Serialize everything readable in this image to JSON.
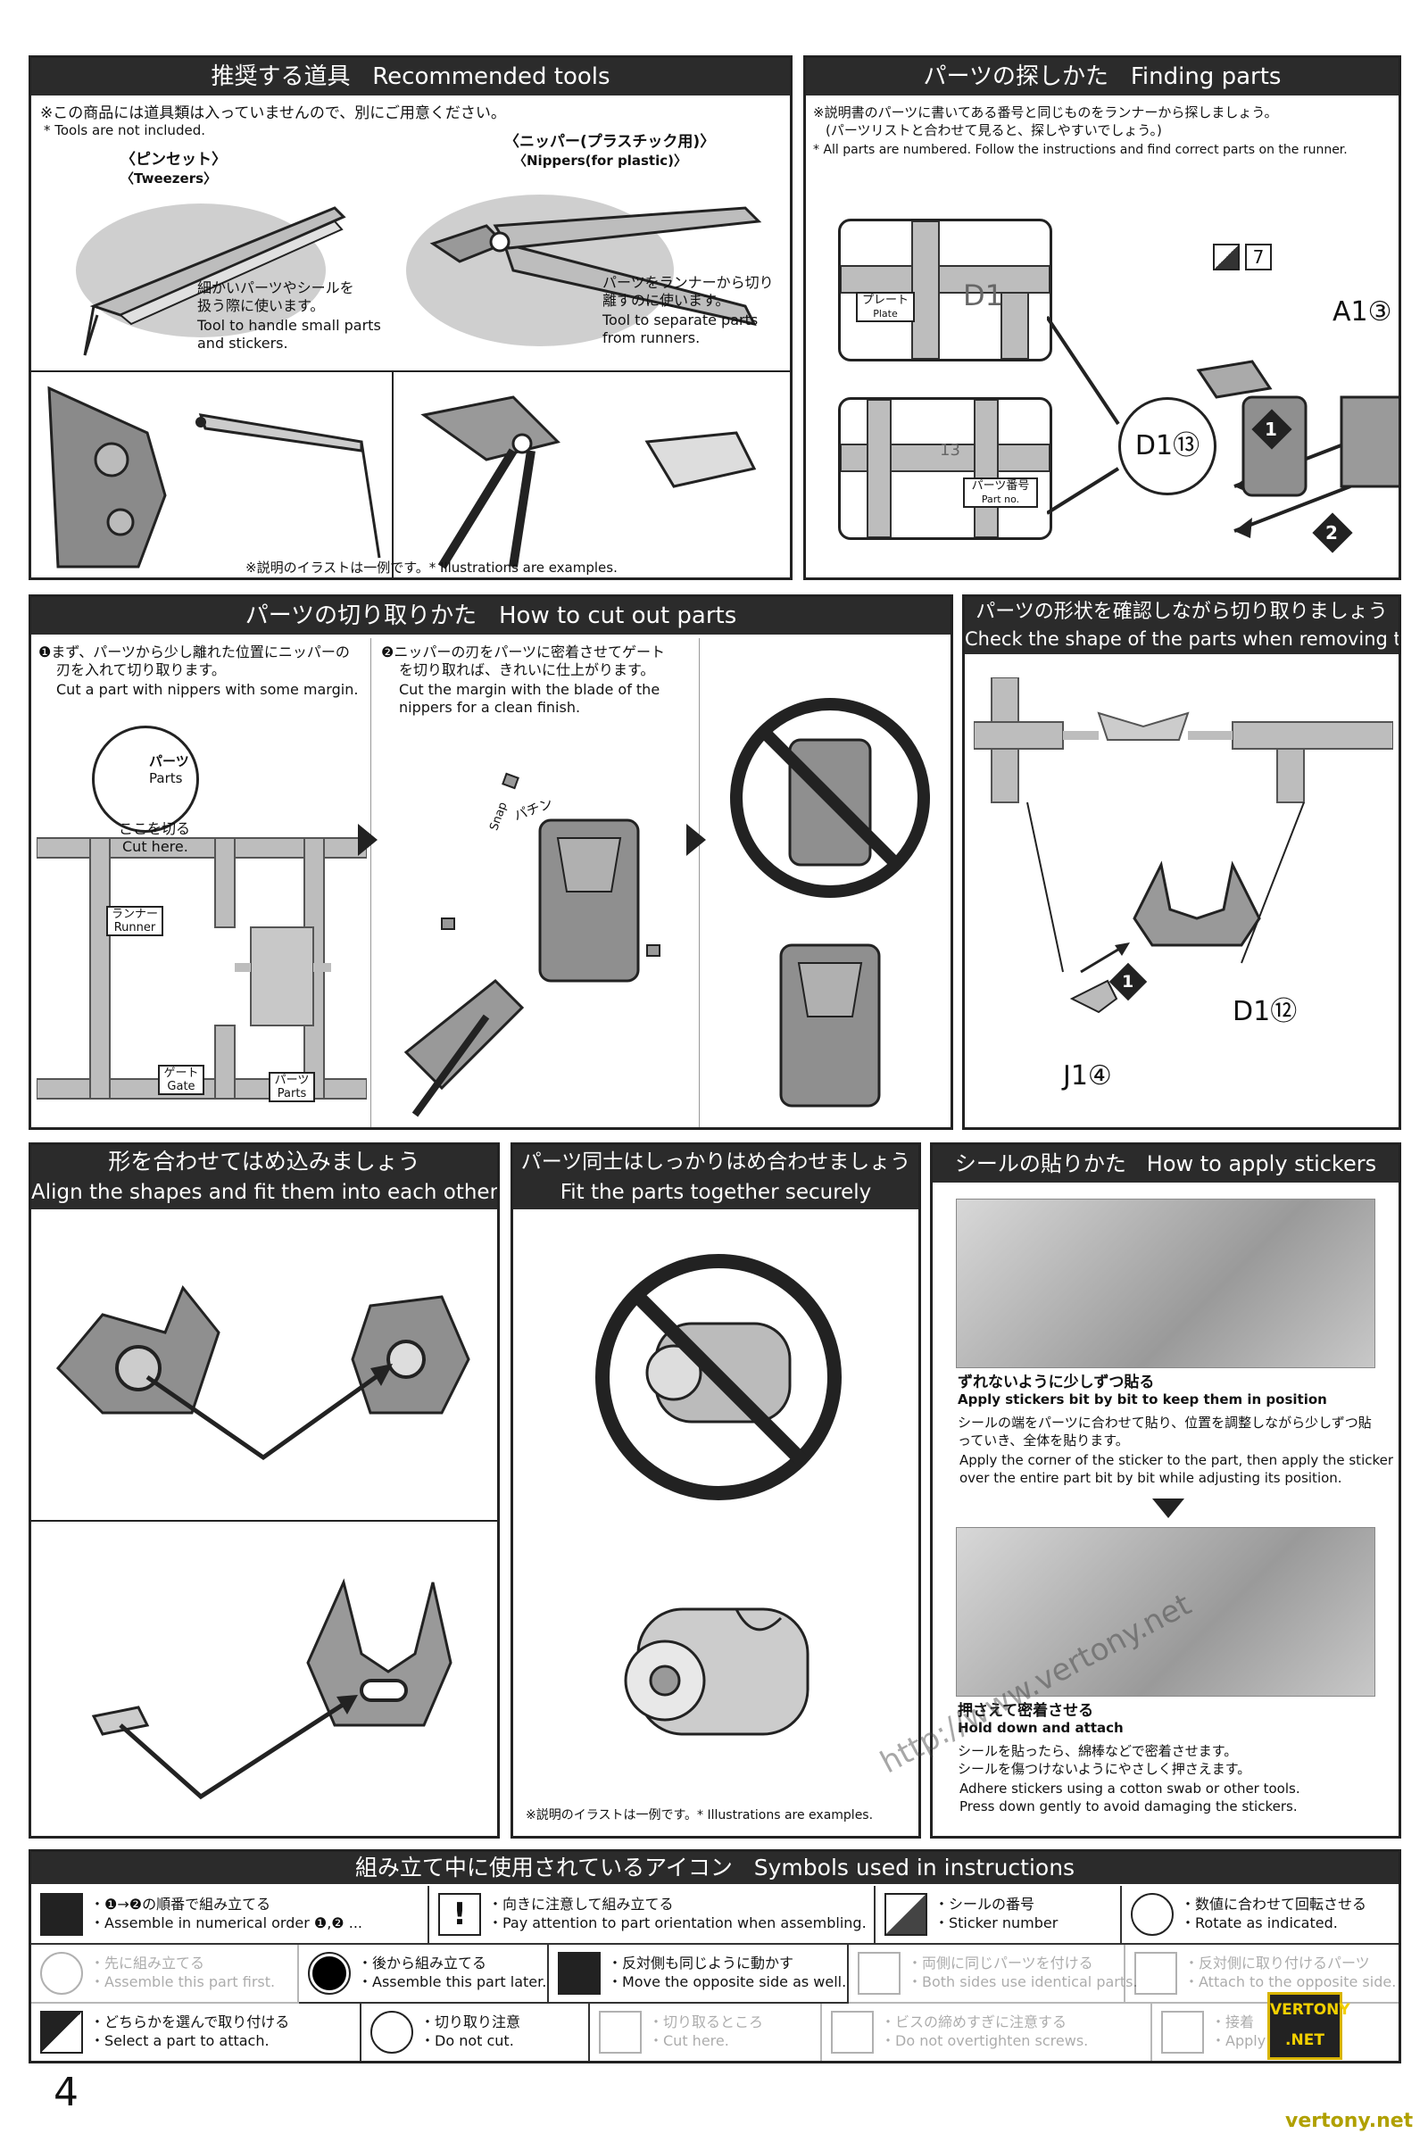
{
  "page_number": "4",
  "tools": {
    "title_jp": "推奨する道具",
    "title_en": "Recommended tools",
    "note_jp": "※この商品には道具類は入っていませんので、別にご用意ください。",
    "note_en": "* Tools are not included.",
    "tweezers_jp": "〈ピンセット〉",
    "tweezers_en": "〈Tweezers〉",
    "tweezers_desc_jp1": "細かいパーツやシールを",
    "tweezers_desc_jp2": "扱う際に使います。",
    "tweezers_desc_en1": "Tool to handle small parts",
    "tweezers_desc_en2": "and stickers.",
    "nippers_jp": "〈ニッパー(プラスチック用)〉",
    "nippers_en": "〈Nippers(for plastic)〉",
    "nippers_desc_jp1": "パーツをランナーから切り",
    "nippers_desc_jp2": "離すのに使います。",
    "nippers_desc_en1": "Tool to separate parts",
    "nippers_desc_en2": "from runners.",
    "example_note": "※説明のイラストは一例です。* Illustrations are examples."
  },
  "finding": {
    "title_jp": "パーツの探しかた",
    "title_en": "Finding parts",
    "note_jp1": "※説明書のパーツに書いてある番号と同じものをランナーから探しましょう。",
    "note_jp2": "(パーツリストと合わせて見ると、探しやすいでしょう。)",
    "note_en": "* All parts are numbered. Follow the instructions and find correct parts on the runner.",
    "plate_jp": "プレート",
    "plate_en": "Plate",
    "plate_code": "D1",
    "partno_jp": "パーツ番号",
    "partno_en": "Part no.",
    "partno_num": "13",
    "callout": "D1⑬",
    "sticker_num": "7",
    "a_label": "A1③",
    "step1": "1",
    "step2": "2"
  },
  "cutout": {
    "title_jp": "パーツの切り取りかた",
    "title_en": "How to cut out parts",
    "s1_jp1": "❶まず、パーツから少し離れた位置にニッパーの",
    "s1_jp2": "刃を入れて切り取ります。",
    "s1_en": "Cut a part with nippers with some margin.",
    "s2_jp1": "❷ニッパーの刃をパーツに密着させてゲート",
    "s2_jp2": "を切り取れば、きれいに仕上がります。",
    "s2_en1": "Cut the margin with the blade of the",
    "s2_en2": "nippers for a clean finish.",
    "parts_jp": "パーツ",
    "parts_en": "Parts",
    "cut_jp": "ここを切る",
    "cut_en": "Cut here.",
    "runner_jp": "ランナー",
    "runner_en": "Runner",
    "gate_jp": "ゲート",
    "gate_en": "Gate",
    "parts2_jp": "パーツ",
    "parts2_en": "Parts",
    "snap_jp": "パチン",
    "snap_en": "Snap"
  },
  "check": {
    "title_jp": "パーツの形状を確認しながら切り取りましょう",
    "title_en": "Check the shape of the parts when removing them",
    "label_d1": "D1⑫",
    "label_j1": "J1④",
    "step1": "1"
  },
  "align": {
    "title_jp": "形を合わせてはめ込みましょう",
    "title_en": "Align the shapes and fit them into each other"
  },
  "fit": {
    "title_jp": "パーツ同士はしっかりはめ合わせましょう",
    "title_en": "Fit the parts together securely",
    "example_note": "※説明のイラストは一例です。* Illustrations are examples."
  },
  "stickers": {
    "title_jp": "シールの貼りかた",
    "title_en": "How to apply stickers",
    "h1_jp": "ずれないように少しずつ貼る",
    "h1_en": "Apply stickers bit by bit to keep them in position",
    "d1_jp1": "シールの端をパーツに合わせて貼り、位置を調整しながら少しずつ貼",
    "d1_jp2": "っていき、全体を貼ります。",
    "d1_en1": "Apply the corner of the sticker to the part, then apply the sticker",
    "d1_en2": "over the entire part bit by bit while adjusting its position.",
    "h2_jp": "押さえて密着させる",
    "h2_en": "Hold down and attach",
    "d2_jp1": "シールを貼ったら、綿棒などで密着させます。",
    "d2_jp2": "シールを傷つけないようにやさしく押さえます。",
    "d2_en1": "Adhere stickers using a cotton swab or other tools.",
    "d2_en2": "Press down gently to avoid damaging the stickers."
  },
  "symbols": {
    "title_jp": "組み立て中に使用されているアイコン",
    "title_en": "Symbols used in instructions",
    "items": [
      {
        "jp": "・❶→❷の順番で組み立てる",
        "en": "・Assemble in numerical order ❶,❷ ..."
      },
      {
        "jp": "・向きに注意して組み立てる",
        "en": "・Pay attention to part orientation when assembling."
      },
      {
        "jp": "・シールの番号",
        "en": "・Sticker number"
      },
      {
        "jp": "・数値に合わせて回転させる",
        "en": "・Rotate as indicated."
      },
      {
        "jp": "・先に組み立てる",
        "en": "・Assemble this part first."
      },
      {
        "jp": "・後から組み立てる",
        "en": "・Assemble this part later."
      },
      {
        "jp": "・反対側も同じように動かす",
        "en": "・Move the opposite side as well."
      },
      {
        "jp": "・両側に同じパーツを付ける",
        "en": "・Both sides use identical parts."
      },
      {
        "jp": "・反対側に取り付けるパーツ",
        "en": "・Attach to the opposite side."
      },
      {
        "jp": "・どちらかを選んで取り付ける",
        "en": "・Select a part to attach."
      },
      {
        "jp": "・切り取り注意",
        "en": "・Do not cut."
      },
      {
        "jp": "・切り取るところ",
        "en": "・Cut here."
      },
      {
        "jp": "・ビスの締めすぎに注意する",
        "en": "・Do not overtighten screws."
      },
      {
        "jp": "・接着",
        "en": "・Apply"
      }
    ]
  },
  "watermark": {
    "url": "http://www.vertony.net",
    "badge_line1": "VERTONY",
    "badge_line2": ".NET",
    "footer": "vertony.net"
  }
}
